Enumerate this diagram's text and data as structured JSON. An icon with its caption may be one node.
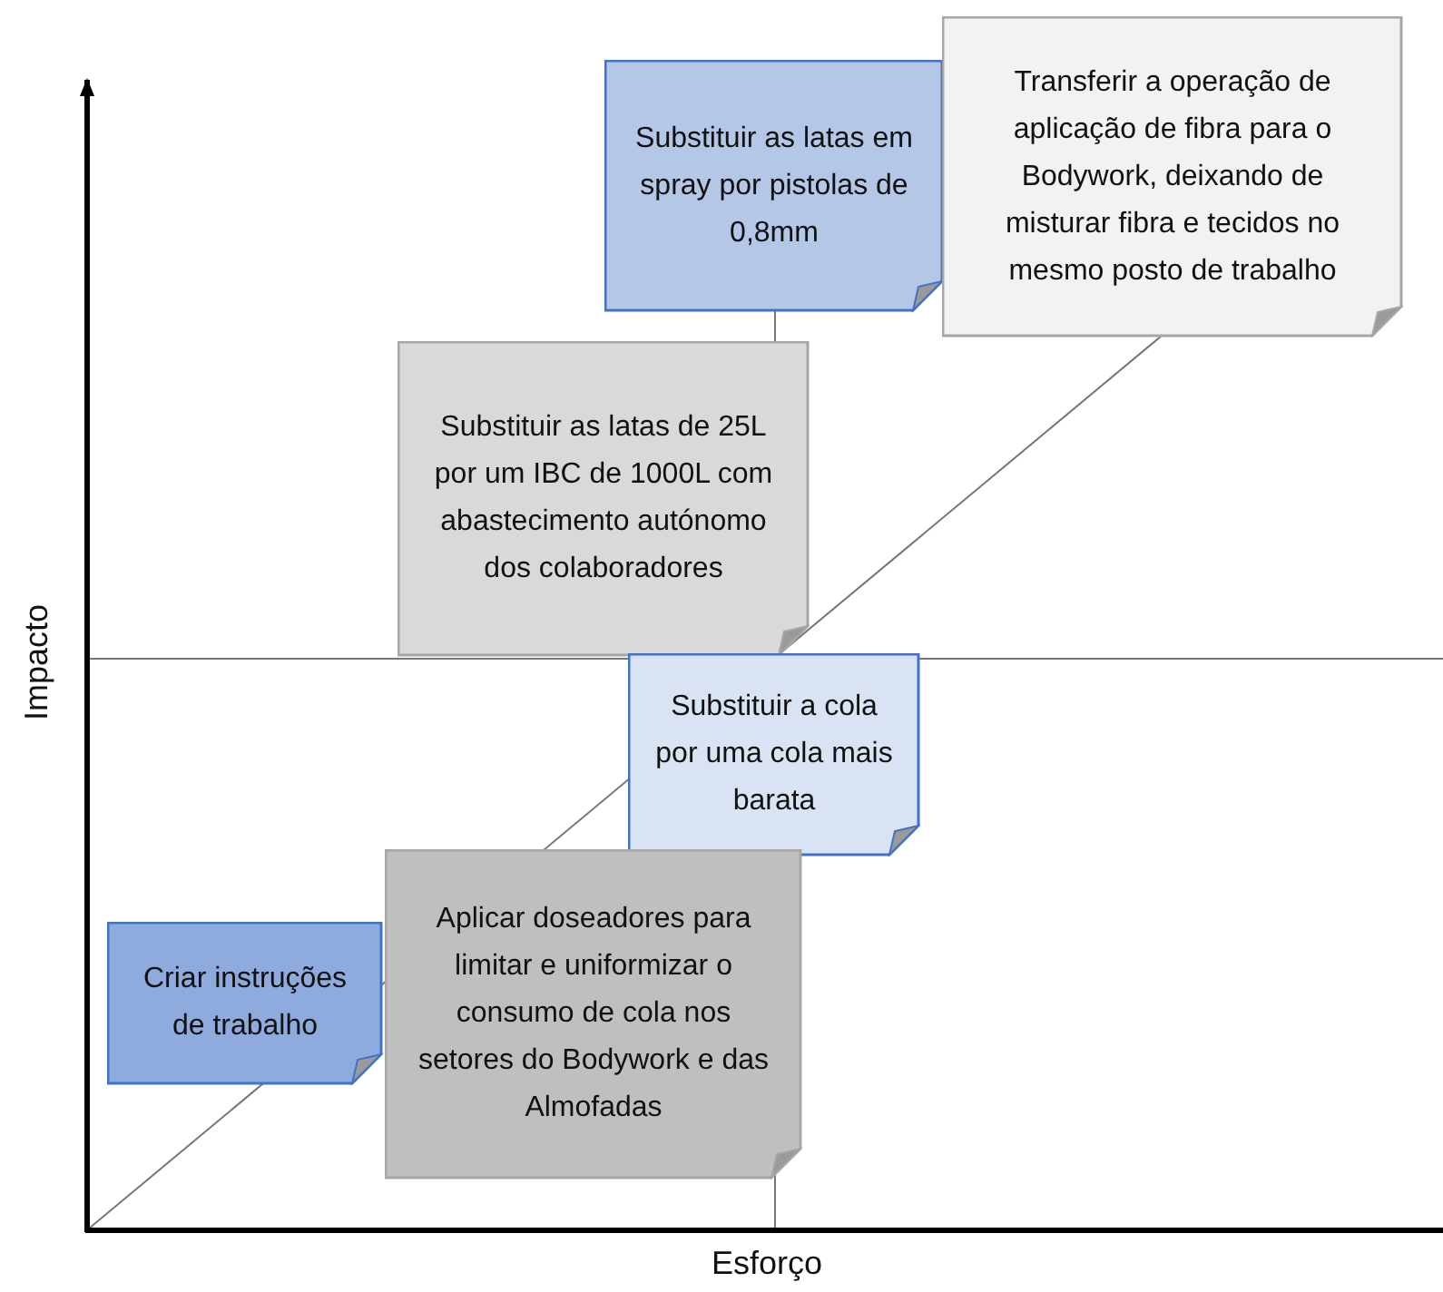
{
  "diagram": {
    "nodes": [
      {
        "text": [
          "Substituir as latas em spray por pistolas de 0,8mm"
        ]
      },
      {
        "text": [
          "Transferir a operação de aplicação de fibra para o Bodywork, deixando de misturar fibra e tecidos no mesmo posto de trabalho"
        ]
      },
      {
        "text": [
          "Substituir as latas de 25L por um IBC de 1000L com abastecimento autónomo dos colaboradores"
        ]
      },
      {
        "text": [
          "Substituir a cola por uma cola mais barata"
        ]
      },
      {
        "text": [
          "Criar instruções de trabalho"
        ]
      },
      {
        "text": [
          "Aplicar doseadores para limitar e uniformizar o consumo de cola nos setores do Bodywork e das Almofadas"
        ]
      }
    ],
    "labels": [
      "Impacto",
      "Esforço"
    ]
  }
}
